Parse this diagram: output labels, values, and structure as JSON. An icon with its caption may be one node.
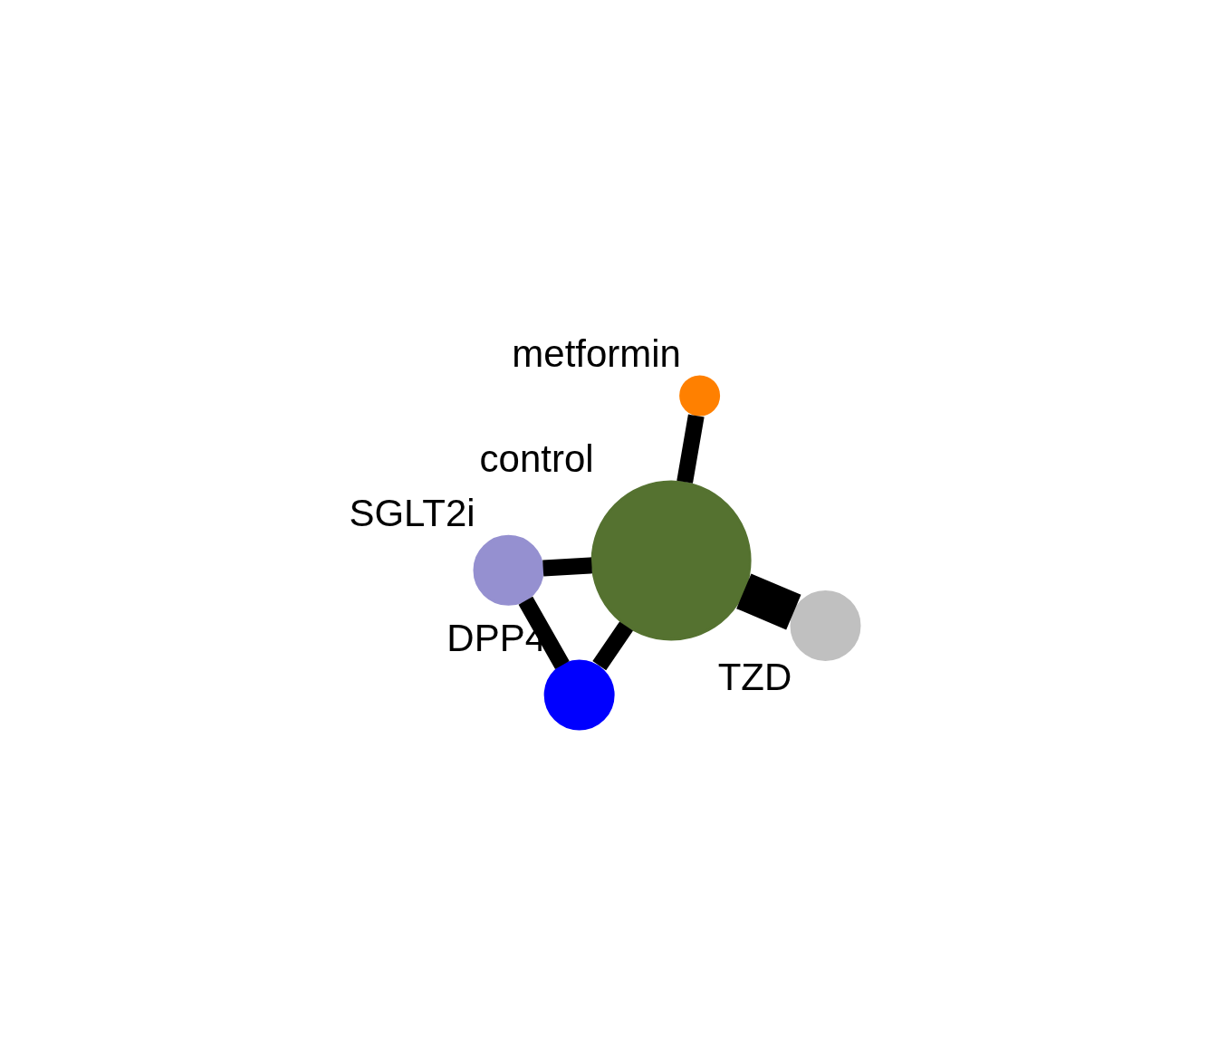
{
  "diagram": {
    "nodes": [
      {
        "text": [],
        "shape": "circle",
        "beside": [
          "SGLT2i"
        ]
      },
      {
        "text": [],
        "shape": "circle",
        "beside": [
          "TZD"
        ]
      },
      {
        "text": [],
        "shape": "circle",
        "beside": [
          "DPP4"
        ]
      },
      {
        "text": [],
        "shape": "circle",
        "beside": [
          "control"
        ]
      },
      {
        "text": [],
        "shape": "circle",
        "beside": [
          "metformin"
        ]
      }
    ],
    "edges": [
      {
        "from": 3,
        "to": 1,
        "arrow": "none",
        "style": "thick"
      },
      {
        "from": 3,
        "to": 0,
        "arrow": "none"
      },
      {
        "from": 0,
        "to": 2,
        "arrow": "none"
      },
      {
        "from": 3,
        "to": 2,
        "arrow": "none"
      },
      {
        "from": 3,
        "to": 4,
        "arrow": "none"
      }
    ]
  }
}
